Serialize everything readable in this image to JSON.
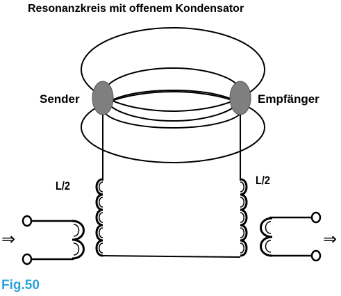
{
  "title": "Resonanzkreis mit offenem Kondensator",
  "labels": {
    "sender": "Sender",
    "receiver": "Empfänger",
    "inductor_left": "L/2",
    "inductor_right": "L/2"
  },
  "figure_label": "Fig.50",
  "colors": {
    "figure_label": "#2ba2d6",
    "electrode": "#7f7f7f",
    "line": "#000000"
  },
  "icons": {
    "input_arrow": "⇒",
    "output_arrow": "⇒"
  }
}
